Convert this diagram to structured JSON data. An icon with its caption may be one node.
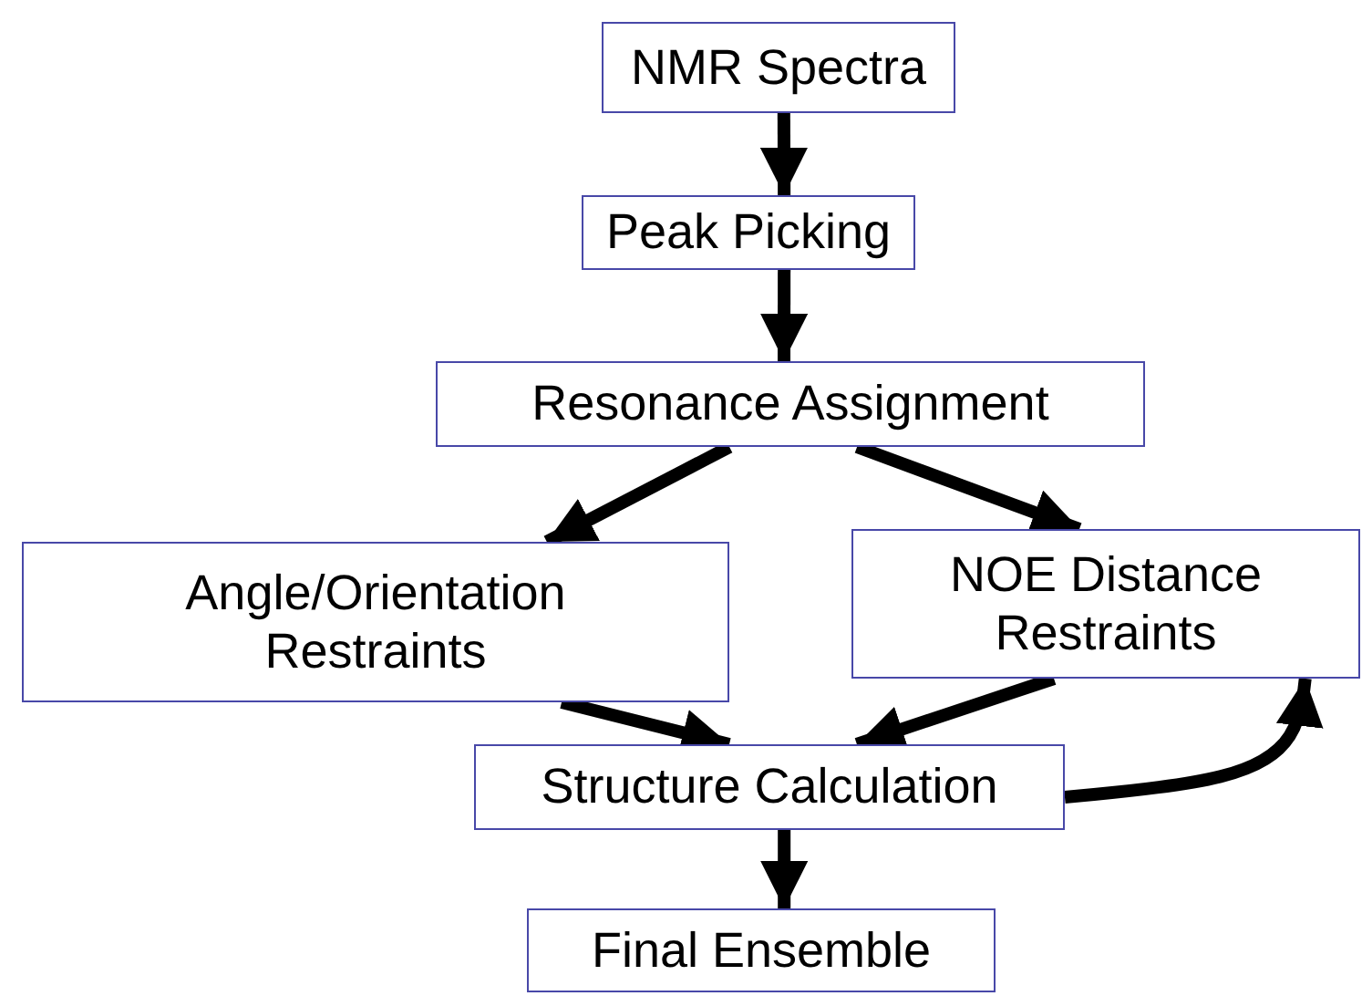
{
  "diagram": {
    "nodes": [
      {
        "text": [
          "NMR Spectra"
        ]
      },
      {
        "text": [
          "Peak Picking"
        ]
      },
      {
        "text": [
          "Resonance Assignment"
        ]
      },
      {
        "text": [
          "Angle/Orientation Restraints"
        ]
      },
      {
        "text": [
          "NOE Distance Restraints"
        ]
      },
      {
        "text": [
          "Structure Calculation"
        ]
      },
      {
        "text": [
          "Final Ensemble"
        ]
      }
    ],
    "edges": [
      {
        "from": 0,
        "to": 1,
        "arrow": "to"
      },
      {
        "from": 1,
        "to": 2,
        "arrow": "to"
      },
      {
        "from": 2,
        "to": 3,
        "arrow": "to"
      },
      {
        "from": 2,
        "to": 4,
        "arrow": "to"
      },
      {
        "from": 3,
        "to": 5,
        "arrow": "to"
      },
      {
        "from": 4,
        "to": 5,
        "arrow": "to"
      },
      {
        "from": 5,
        "to": 4,
        "arrow": "to"
      },
      {
        "from": 5,
        "to": 6,
        "arrow": "to"
      }
    ]
  }
}
